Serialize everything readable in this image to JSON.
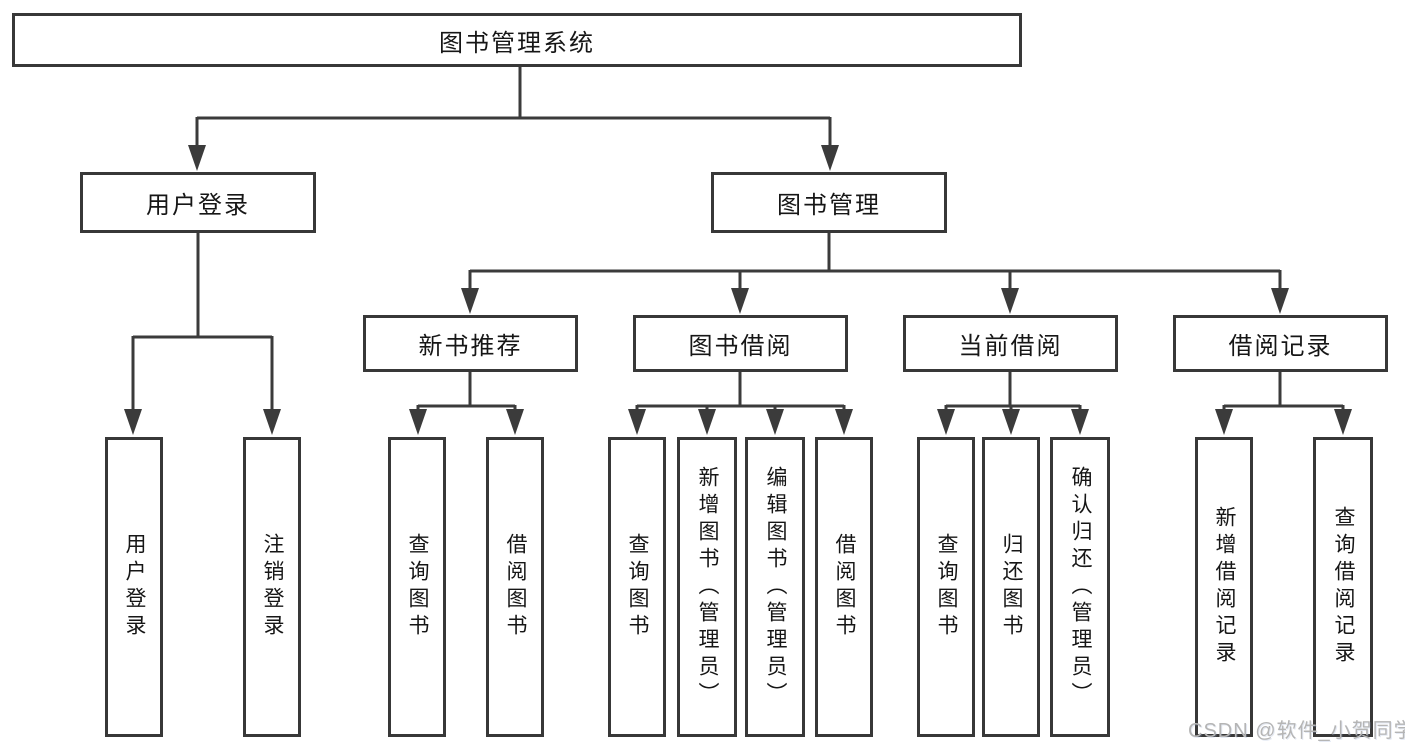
{
  "tree": {
    "root": "图书管理系统",
    "children": [
      {
        "label": "用户登录",
        "children": [
          {
            "label": "用户登录"
          },
          {
            "label": "注销登录"
          }
        ]
      },
      {
        "label": "图书管理",
        "children": [
          {
            "label": "新书推荐",
            "children": [
              {
                "label": "查询图书"
              },
              {
                "label": "借阅图书"
              }
            ]
          },
          {
            "label": "图书借阅",
            "children": [
              {
                "label": "查询图书"
              },
              {
                "label": "新增图书（管理员）"
              },
              {
                "label": "编辑图书（管理员）"
              },
              {
                "label": "借阅图书"
              }
            ]
          },
          {
            "label": "当前借阅",
            "children": [
              {
                "label": "查询图书"
              },
              {
                "label": "归还图书"
              },
              {
                "label": "确认归还（管理员）"
              }
            ]
          },
          {
            "label": "借阅记录",
            "children": [
              {
                "label": "新增借阅记录"
              },
              {
                "label": "查询借阅记录"
              }
            ]
          }
        ]
      }
    ]
  },
  "watermark": {
    "text": "CSDN @软件_小贺同学"
  },
  "colors": {
    "line": "#3b3b3b",
    "box_border": "#383838",
    "text": "#161616",
    "watermark": "#b5b5b5",
    "background": "#ffffff"
  }
}
